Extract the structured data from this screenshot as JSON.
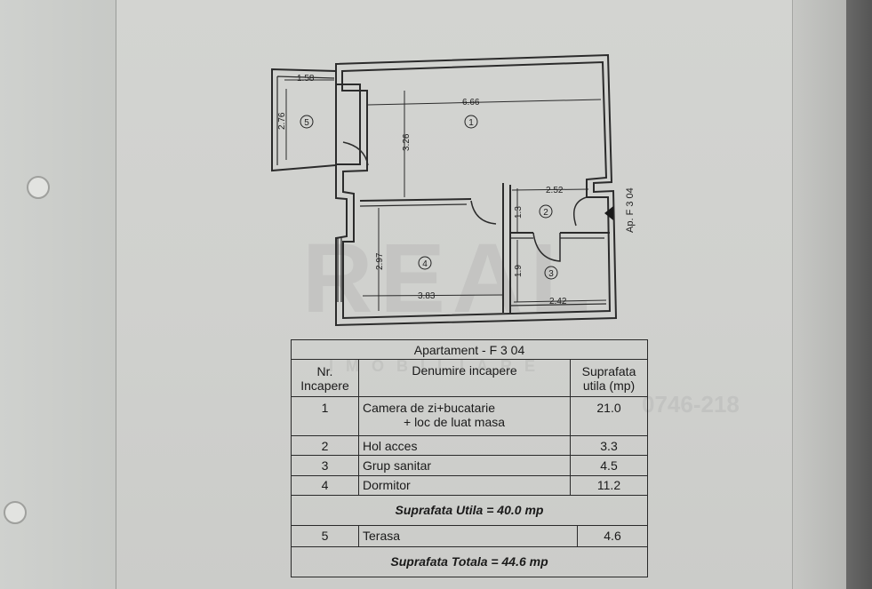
{
  "plan": {
    "dimensions": {
      "terasa_width": "1.58",
      "terasa_height": "2.76",
      "living_width": "6.66",
      "living_height": "3.26",
      "hol_width": "2.52",
      "hol_height": "1.3",
      "bedroom_height": "2.97",
      "bedroom_width": "3.83",
      "bath_height": "1.9",
      "bath_width": "2.42"
    },
    "room_numbers": [
      "1",
      "2",
      "3",
      "4",
      "5"
    ],
    "apartment_label": "Ap. F 3 04"
  },
  "table": {
    "title": "Apartament -  F 3 04",
    "headers": {
      "nr": "Nr. Incapere",
      "name": "Denumire incapere",
      "area": "Suprafata utila (mp)"
    },
    "rows": [
      {
        "nr": "1",
        "name_line1": "Camera de zi+bucatarie",
        "name_line2": "+ loc de luat masa",
        "area": "21.0"
      },
      {
        "nr": "2",
        "name": "Hol acces",
        "area": "3.3"
      },
      {
        "nr": "3",
        "name": "Grup sanitar",
        "area": "4.5"
      },
      {
        "nr": "4",
        "name": "Dormitor",
        "area": "11.2"
      }
    ],
    "usable_total": "Suprafata Utila =  40.0 mp",
    "terrace": {
      "nr": "5",
      "name": "Terasa",
      "area": "4.6"
    },
    "grand_total": "Suprafata Totala =  44.6 mp"
  },
  "watermark": {
    "brand": "REAL",
    "sub": "IMOBILIARE",
    "phone": "0746-218"
  }
}
